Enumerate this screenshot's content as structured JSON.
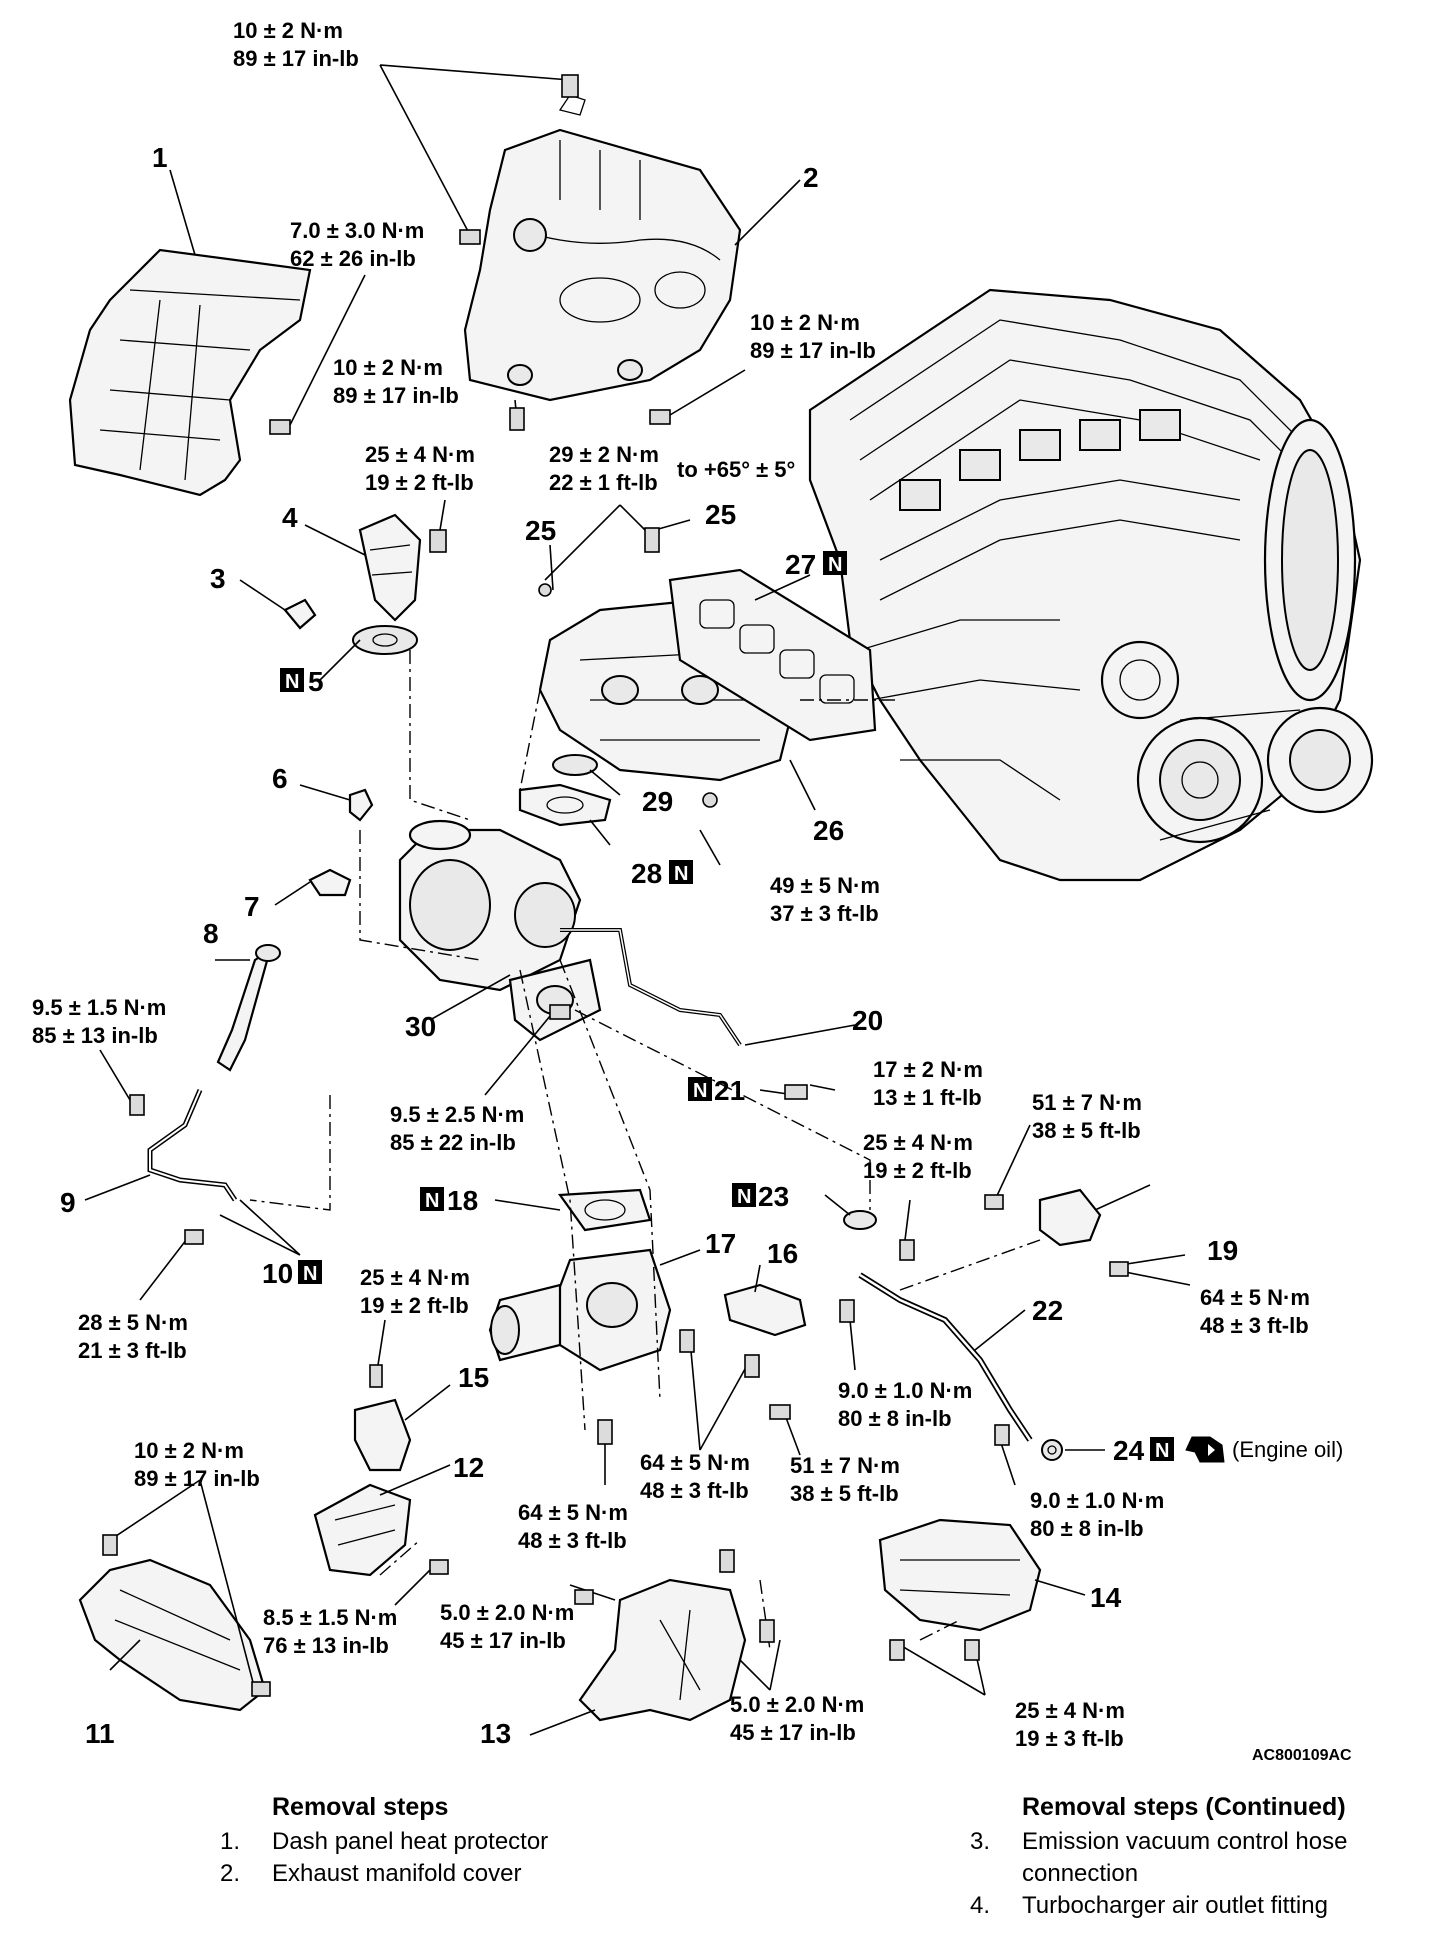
{
  "figure_code": "AC800109AC",
  "parts": [
    {
      "id": "p1",
      "number": "1",
      "new": false
    },
    {
      "id": "p2",
      "number": "2",
      "new": false
    },
    {
      "id": "p3",
      "number": "3",
      "new": false
    },
    {
      "id": "p4",
      "number": "4",
      "new": false
    },
    {
      "id": "p5",
      "number": "5",
      "new": true
    },
    {
      "id": "p6",
      "number": "6",
      "new": false
    },
    {
      "id": "p7",
      "number": "7",
      "new": false
    },
    {
      "id": "p8",
      "number": "8",
      "new": false
    },
    {
      "id": "p9",
      "number": "9",
      "new": false
    },
    {
      "id": "p10",
      "number": "10",
      "new": true
    },
    {
      "id": "p11",
      "number": "11",
      "new": false
    },
    {
      "id": "p12",
      "number": "12",
      "new": false
    },
    {
      "id": "p13",
      "number": "13",
      "new": false
    },
    {
      "id": "p14",
      "number": "14",
      "new": false
    },
    {
      "id": "p15",
      "number": "15",
      "new": false
    },
    {
      "id": "p16",
      "number": "16",
      "new": false
    },
    {
      "id": "p17",
      "number": "17",
      "new": false
    },
    {
      "id": "p18",
      "number": "18",
      "new": true
    },
    {
      "id": "p19",
      "number": "19",
      "new": false
    },
    {
      "id": "p20",
      "number": "20",
      "new": false
    },
    {
      "id": "p21",
      "number": "21",
      "new": true
    },
    {
      "id": "p22",
      "number": "22",
      "new": false
    },
    {
      "id": "p23",
      "number": "23",
      "new": true
    },
    {
      "id": "p24",
      "number": "24",
      "new": true
    },
    {
      "id": "p25a",
      "number": "25",
      "new": false
    },
    {
      "id": "p25b",
      "number": "25",
      "new": false
    },
    {
      "id": "p26",
      "number": "26",
      "new": false
    },
    {
      "id": "p27",
      "number": "27",
      "new": true
    },
    {
      "id": "p28",
      "number": "28",
      "new": true
    },
    {
      "id": "p29",
      "number": "29",
      "new": false
    },
    {
      "id": "p30",
      "number": "30",
      "new": false
    }
  ],
  "new_marker": "N",
  "engine_oil_note": "(Engine oil)",
  "torques": [
    {
      "id": "t_top",
      "line1": "10 ± 2 N·m",
      "line2": "89 ± 17 in-lb"
    },
    {
      "id": "t_7",
      "line1": "7.0 ± 3.0 N·m",
      "line2": "62 ± 26 in-lb"
    },
    {
      "id": "t_cover_r",
      "line1": "10 ± 2 N·m",
      "line2": "89 ± 17 in-lb"
    },
    {
      "id": "t_cover_l",
      "line1": "10 ± 2 N·m",
      "line2": "89 ± 17 in-lb"
    },
    {
      "id": "t_4",
      "line1": "25 ± 4 N·m",
      "line2": "19 ± 2 ft-lb"
    },
    {
      "id": "t_25",
      "line1": "29 ± 2 N·m",
      "line2": "22 ± 1 ft-lb",
      "extra": "to +65° ± 5°"
    },
    {
      "id": "t_26",
      "line1": "49 ± 5 N·m",
      "line2": "37 ± 3 ft-lb"
    },
    {
      "id": "t_9a",
      "line1": "9.5 ± 1.5 N·m",
      "line2": "85 ± 13 in-lb"
    },
    {
      "id": "t_30",
      "line1": "9.5 ± 2.5 N·m",
      "line2": "85 ± 22 in-lb"
    },
    {
      "id": "t_21",
      "line1": "17 ± 2 N·m",
      "line2": "13 ± 1 ft-lb"
    },
    {
      "id": "t_31",
      "line1": "51 ± 7 N·m",
      "line2": "38 ± 5 ft-lb"
    },
    {
      "id": "t_23",
      "line1": "25 ± 4 N·m",
      "line2": "19 ± 2 ft-lb"
    },
    {
      "id": "t_19",
      "line1": "64 ± 5 N·m",
      "line2": "48 ± 3 ft-lb"
    },
    {
      "id": "t_10",
      "line1": "28 ± 5 N·m",
      "line2": "21 ± 3 ft-lb"
    },
    {
      "id": "t_15",
      "line1": "25 ± 4 N·m",
      "line2": "19 ± 2 ft-lb"
    },
    {
      "id": "t_22a",
      "line1": "9.0 ± 1.0 N·m",
      "line2": "80 ± 8 in-lb"
    },
    {
      "id": "t_16a",
      "line1": "64 ± 5 N·m",
      "line2": "48 ± 3 ft-lb"
    },
    {
      "id": "t_16b",
      "line1": "51 ± 7 N·m",
      "line2": "38 ± 5 ft-lb"
    },
    {
      "id": "t_22b",
      "line1": "9.0 ± 1.0 N·m",
      "line2": "80 ± 8 in-lb"
    },
    {
      "id": "t_11",
      "line1": "10 ± 2 N·m",
      "line2": "89 ± 17 in-lb"
    },
    {
      "id": "t_17",
      "line1": "64 ± 5 N·m",
      "line2": "48 ± 3 ft-lb"
    },
    {
      "id": "t_12",
      "line1": "8.5 ± 1.5 N·m",
      "line2": "76 ± 13 in-lb"
    },
    {
      "id": "t_13a",
      "line1": "5.0 ± 2.0 N·m",
      "line2": "45 ± 17 in-lb"
    },
    {
      "id": "t_13b",
      "line1": "5.0 ± 2.0 N·m",
      "line2": "45 ± 17 in-lb"
    },
    {
      "id": "t_14",
      "line1": "25 ± 4 N·m",
      "line2": "19 ± 3 ft-lb"
    }
  ],
  "removal_steps": {
    "heading": "Removal steps",
    "items": [
      {
        "num": "1.",
        "text": "Dash panel heat protector"
      },
      {
        "num": "2.",
        "text": "Exhaust manifold cover"
      }
    ]
  },
  "removal_steps_continued": {
    "heading": "Removal steps (Continued)",
    "items": [
      {
        "num": "3.",
        "text": "Emission vacuum control hose connection"
      },
      {
        "num": "4.",
        "text": "Turbocharger air outlet fitting"
      }
    ]
  }
}
